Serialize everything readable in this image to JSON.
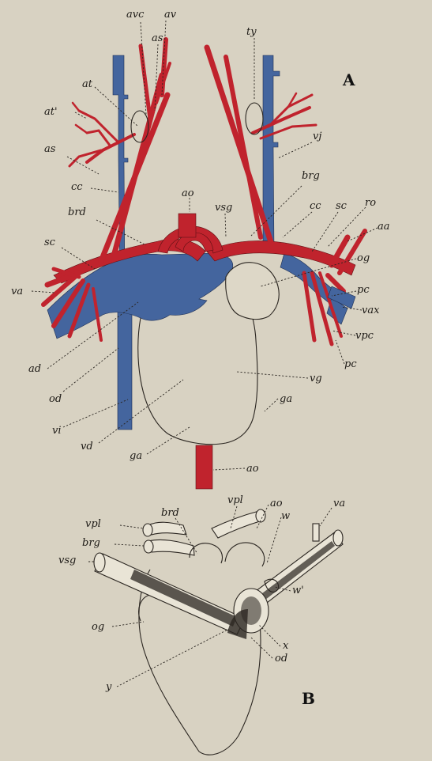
{
  "figure": {
    "panel_a": "A",
    "panel_b": "B"
  },
  "labels_a": {
    "avc": "avc",
    "av": "av",
    "as_top": "as",
    "ty": "ty",
    "at": "at",
    "at_prime": "at'",
    "as_left": "as",
    "vj": "vj",
    "cc_left": "cc",
    "brg": "brg",
    "ao_top": "ao",
    "vsg": "vsg",
    "cc_right": "cc",
    "sc_right": "sc",
    "ro": "ro",
    "brd": "brd",
    "aa": "aa",
    "sc_left": "sc",
    "og": "og",
    "pc_upper": "pc",
    "va": "va",
    "vax": "vax",
    "vpc": "vpc",
    "pc_lower": "pc",
    "ad": "ad",
    "vg": "vg",
    "od": "od",
    "ga_right": "ga",
    "vi": "vi",
    "vd": "vd",
    "ga_left": "ga",
    "ao_bottom": "ao"
  },
  "labels_b": {
    "brd": "brd",
    "vpl_right": "vpl",
    "vpl_left": "vpl",
    "ao": "ao",
    "w": "w",
    "va": "va",
    "brg": "brg",
    "vsg": "vsg",
    "w_prime": "w'",
    "og": "og",
    "x": "x",
    "od": "od",
    "y": "y"
  },
  "colors": {
    "artery": "#c0232d",
    "vein": "#44659e",
    "paper": "#d8d2c2"
  }
}
